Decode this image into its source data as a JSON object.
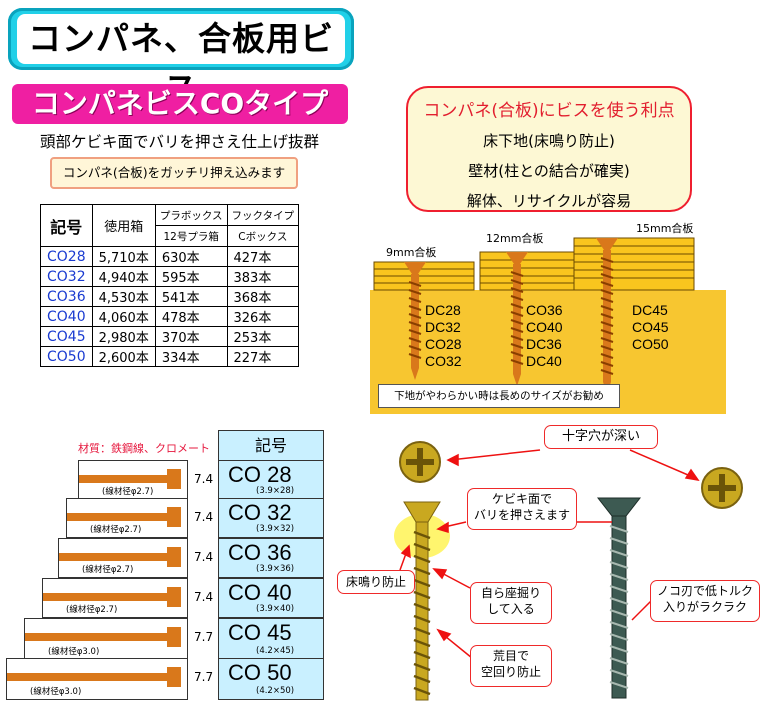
{
  "title": "コンパネ、合板用ビス",
  "subtitle": "コンパネビスCOタイプ",
  "tagline": "頭部ケビキ面でバリを押さえ仕上げ抜群",
  "note": "コンパネ(合板)をガッチリ押え込みます",
  "table": {
    "headers": {
      "code": "記号",
      "bulk": "徳用箱",
      "plastic_box": "プラボックス",
      "plastic_box_sub": "12号プラ箱",
      "hook_type": "フックタイプ",
      "hook_type_sub": "Cボックス"
    },
    "rows": [
      {
        "code": "CO28",
        "bulk": "5,710本",
        "plastic": "630本",
        "cbox": "427本"
      },
      {
        "code": "CO32",
        "bulk": "4,940本",
        "plastic": "595本",
        "cbox": "383本"
      },
      {
        "code": "CO36",
        "bulk": "4,530本",
        "plastic": "541本",
        "cbox": "368本"
      },
      {
        "code": "CO40",
        "bulk": "4,060本",
        "plastic": "478本",
        "cbox": "326本"
      },
      {
        "code": "CO45",
        "bulk": "2,980本",
        "plastic": "370本",
        "cbox": "253本"
      },
      {
        "code": "CO50",
        "bulk": "2,600本",
        "plastic": "334本",
        "cbox": "227本"
      }
    ]
  },
  "benefits": {
    "title": "コンパネ(合板)にビスを使う利点",
    "lines": [
      "床下地(床鳴り防止)",
      "壁材(柱との結合が確実)",
      "解体、リサイクルが容易"
    ]
  },
  "cross_section": {
    "boards": [
      "9mm合板",
      "12mm合板",
      "15mm合板"
    ],
    "groups": [
      [
        "DC28",
        "DC32",
        "CO28",
        "CO32"
      ],
      [
        "CO36",
        "CO40",
        "DC36",
        "DC40"
      ],
      [
        "DC45",
        "CO45",
        "CO50"
      ]
    ],
    "note": "下地がやわらかい時は長めのサイズがお勧め"
  },
  "specs": {
    "material": "材質：鉄鋼線、クロメート",
    "header": "記号",
    "rows": [
      {
        "len": "7.4",
        "code": "CO 28",
        "size": "(3.9×28)",
        "wire": "(線材径φ2.7)"
      },
      {
        "len": "7.4",
        "code": "CO 32",
        "size": "(3.9×32)",
        "wire": "(線材径φ2.7)"
      },
      {
        "len": "7.4",
        "code": "CO 36",
        "size": "(3.9×36)",
        "wire": "(線材径φ2.7)"
      },
      {
        "len": "7.4",
        "code": "CO 40",
        "size": "(3.9×40)",
        "wire": "(線材径φ2.7)"
      },
      {
        "len": "7.7",
        "code": "CO 45",
        "size": "(4.2×45)",
        "wire": "(線材径φ3.0)"
      },
      {
        "len": "7.7",
        "code": "CO 50",
        "size": "(4.2×50)",
        "wire": "(線材径φ3.0)"
      }
    ]
  },
  "callouts": {
    "deep_cross": "十字穴が深い",
    "burr": [
      "ケビキ面で",
      "バリを押さえます"
    ],
    "squeak": "床鳴り防止",
    "self_seat": [
      "自ら座掘り",
      "して入る"
    ],
    "coarse": [
      "荒目で",
      "空回り防止"
    ],
    "saw_blade": [
      "ノコ刃で低トルク",
      "入りがラクラク"
    ]
  },
  "colors": {
    "title_cyan": "#21d0e8",
    "subtitle_magenta": "#ef1fa2",
    "code_blue": "#1a3bd1",
    "accent_red": "#ef1f2f",
    "spec_bg": "#c9f0ff",
    "wood": "#f7c630",
    "screw_orange": "#d9781b"
  }
}
